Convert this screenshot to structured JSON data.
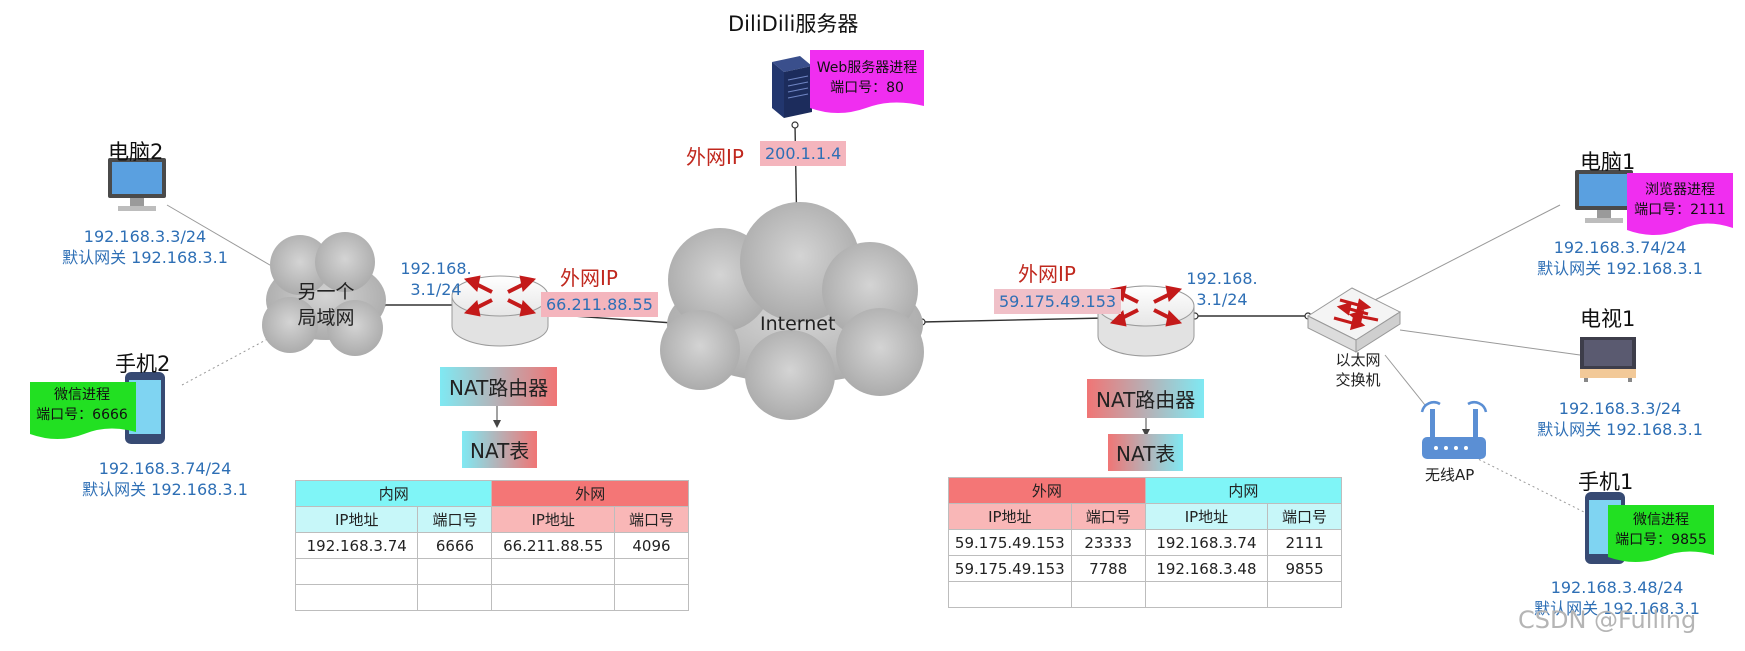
{
  "server": {
    "title": "DiliDili服务器",
    "proc_line1": "Web服务器进程",
    "proc_line2": "端口号：80",
    "wan_label": "外网IP",
    "wan_ip": "200.1.1.4"
  },
  "internet_label": "Internet",
  "left": {
    "pc2": {
      "title": "电脑2",
      "ip": "192.168.3.3/24",
      "gw": "默认网关 192.168.3.1"
    },
    "phone2": {
      "title": "手机2",
      "proc_line1": "微信进程",
      "proc_line2": "端口号：6666",
      "ip": "192.168.3.74/24",
      "gw": "默认网关 192.168.3.1"
    },
    "lan_cloud": {
      "line1": "另一个",
      "line2": "局域网"
    },
    "router": {
      "lan_ip_line1": "192.168.",
      "lan_ip_line2": "3.1/24",
      "wan_label": "外网IP",
      "wan_ip": "66.211.88.55",
      "name": "NAT路由器",
      "table_label": "NAT表"
    },
    "table": {
      "group1": "内网",
      "group2": "外网",
      "col_ip": "IP地址",
      "col_port": "端口号",
      "rows": [
        [
          "192.168.3.74",
          "6666",
          "66.211.88.55",
          "4096"
        ],
        [
          "",
          "",
          "",
          ""
        ],
        [
          "",
          "",
          "",
          ""
        ]
      ]
    }
  },
  "right": {
    "router": {
      "lan_ip_line1": "192.168.",
      "lan_ip_line2": "3.1/24",
      "wan_label": "外网IP",
      "wan_ip": "59.175.49.153",
      "name": "NAT路由器",
      "table_label": "NAT表"
    },
    "switch": {
      "line1": "以太网",
      "line2": "交换机"
    },
    "ap": {
      "label": "无线AP"
    },
    "pc1": {
      "title": "电脑1",
      "proc_line1": "浏览器进程",
      "proc_line2": "端口号：2111",
      "ip": "192.168.3.74/24",
      "gw": "默认网关 192.168.3.1"
    },
    "tv1": {
      "title": "电视1",
      "ip": "192.168.3.3/24",
      "gw": "默认网关 192.168.3.1"
    },
    "phone1": {
      "title": "手机1",
      "proc_line1": "微信进程",
      "proc_line2": "端口号：9855",
      "ip": "192.168.3.48/24",
      "gw": "默认网关 192.168.3.1"
    },
    "table": {
      "group1": "外网",
      "group2": "内网",
      "col_ip": "IP地址",
      "col_port": "端口号",
      "rows": [
        [
          "59.175.49.153",
          "23333",
          "192.168.3.74",
          "2111"
        ],
        [
          "59.175.49.153",
          "7788",
          "192.168.3.48",
          "9855"
        ],
        [
          "",
          "",
          "",
          ""
        ]
      ]
    }
  },
  "watermark": "CSDN @Fulling",
  "colors": {
    "ip_text": "#2e6fb5",
    "red_text": "#c0281e",
    "magenta": "#f02ef0",
    "green": "#22e022",
    "cyan": "#7ff5f7",
    "red_header": "#f47676"
  }
}
